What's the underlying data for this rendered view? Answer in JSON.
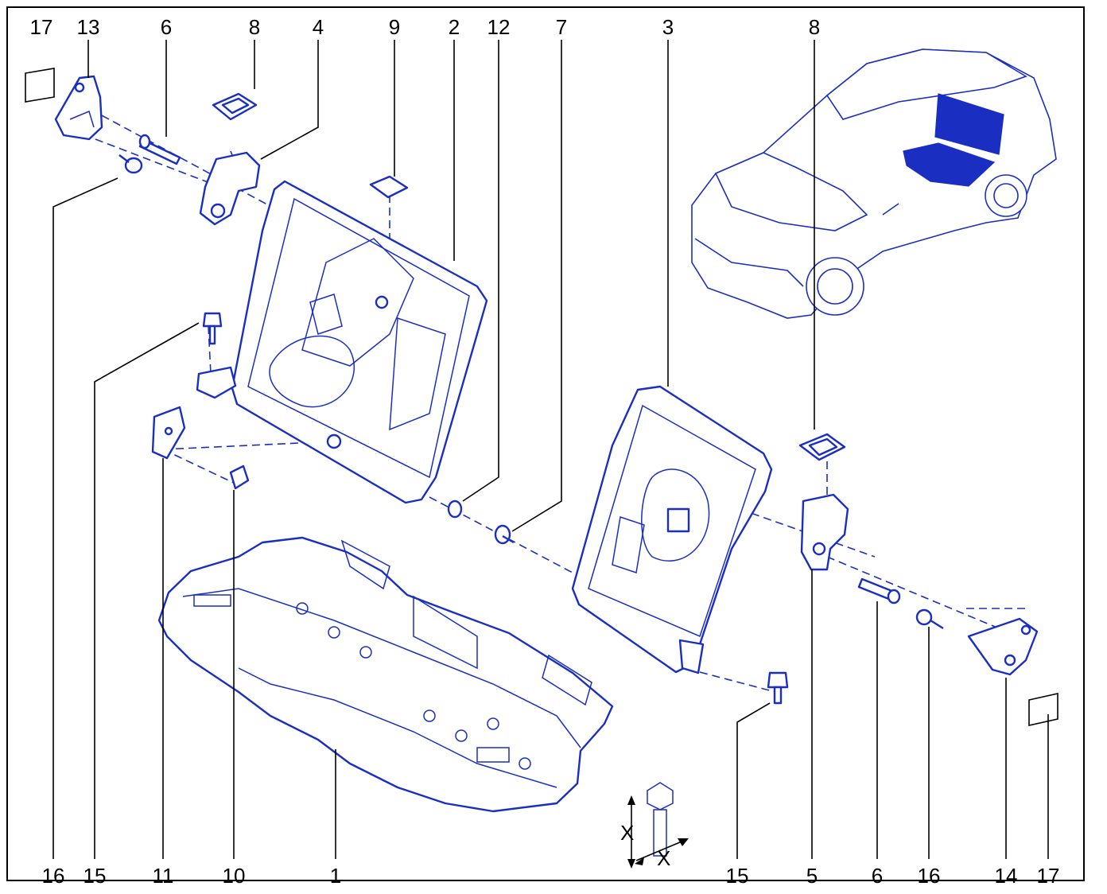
{
  "callouts_top": [
    "17",
    "13",
    "6",
    "8",
    "4",
    "9",
    "2",
    "12",
    "7",
    "3",
    "8"
  ],
  "callouts_bottom": [
    "16",
    "15",
    "11",
    "10",
    "1",
    "15",
    "5",
    "6",
    "16",
    "14",
    "17"
  ],
  "torque_symbol_letters": [
    "X",
    "X"
  ],
  "colors": {
    "line_art": "#1a2fc2",
    "callout_text": "#000000",
    "frame": "#000000"
  }
}
